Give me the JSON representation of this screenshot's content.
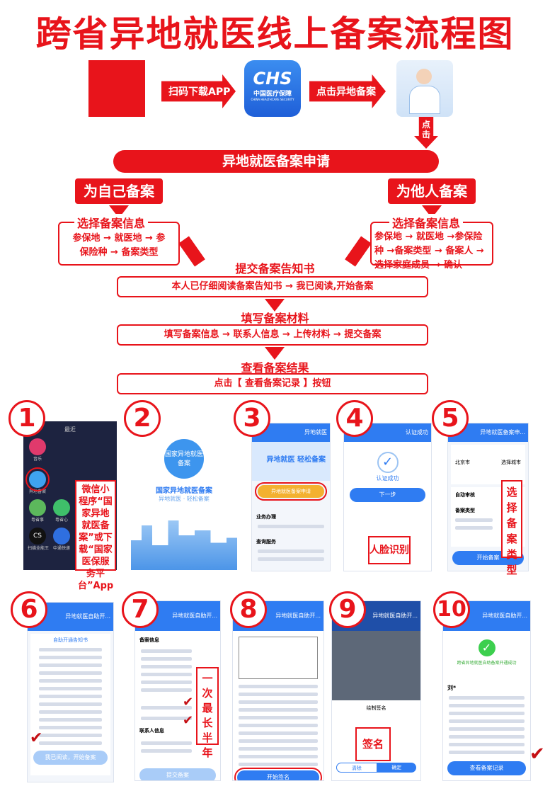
{
  "title": "跨省异地就医线上备案流程图",
  "top_flow": {
    "step1": "扫码下载APP",
    "logo_main": "CHS",
    "logo_cn": "中国医疗保障",
    "logo_en": "CHINA HEALTHCARE SECURITY",
    "step2": "点击异地备案",
    "click": "点击"
  },
  "banner": "异地就医备案申请",
  "self": {
    "label": "为自己备案",
    "info_title": "选择备案信息",
    "info_text": "参保地 → 就医地 → 参保险种 → 备案类型"
  },
  "others": {
    "label": "为他人备案",
    "info_title": "选择备案信息",
    "info_text": "参保地 → 就医地 →参保险种 →备案类型 → 备案人 → 选择家庭成员 → 确认"
  },
  "steps": [
    {
      "title": "提交备案告知书",
      "text": "本人已仔细阅读备案告知书 → 我已阅读,开始备案"
    },
    {
      "title": "填写备案材料",
      "text": "填写备案信息 → 联系人信息 → 上传材料 → 提交备案"
    },
    {
      "title": "查看备案结果",
      "text": "点击【 查看备案记录 】按钮"
    }
  ],
  "screens": [
    {
      "num": "1",
      "header": "最近",
      "callout": "微信小程序“国家异地就医备案”或下载“国家医保服务平台”App",
      "apps": [
        "音乐",
        "异地备案",
        "粤省事",
        "扫描全能王",
        "粤省心",
        "中通快递"
      ]
    },
    {
      "num": "2",
      "app_icon": "国家异地就医备案",
      "app_title": "国家异地就医备案",
      "app_sub": "异地就医 · 轻松备案"
    },
    {
      "num": "3",
      "header": "异地就医",
      "banner": "异地就医 轻松备案",
      "button": "异地就医备案申请",
      "section1": "业务办理",
      "section2": "查询服务"
    },
    {
      "num": "4",
      "header": "认证成功",
      "status": "认证成功",
      "button": "下一步",
      "callout": "人脸识别"
    },
    {
      "num": "5",
      "header": "异地就医备案申...",
      "from_city": "北京市",
      "to_city": "选择城市",
      "section1": "自动审核",
      "section2": "备案类型",
      "button": "开始备案",
      "callout": "选择备案类型"
    },
    {
      "num": "6",
      "header": "异地就医自助开...",
      "doc_title": "自助开通告知书",
      "button": "我已阅读，开始备案"
    },
    {
      "num": "7",
      "header": "异地就医自助开...",
      "section1": "备案信息",
      "section2": "联系人信息",
      "button": "提交备案",
      "callout": "一次最长半年"
    },
    {
      "num": "8",
      "header": "异地就医自助开...",
      "button": "开始签名"
    },
    {
      "num": "9",
      "header": "异地就医自助开...",
      "sign_title": "绘制签名",
      "cancel": "清除",
      "confirm": "确定",
      "callout": "签名"
    },
    {
      "num": "10",
      "header": "异地就医自助开...",
      "success": "跨省异地就医自助备案开通成功",
      "name": "刘*",
      "button": "查看备案记录"
    }
  ],
  "colors": {
    "accent": "#e8141b",
    "app_blue": "#2f7cf2"
  }
}
